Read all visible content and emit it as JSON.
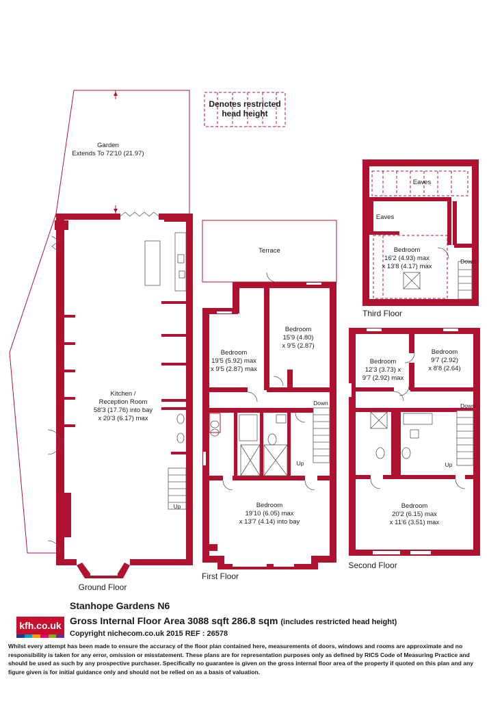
{
  "legend": {
    "restricted_line1": "Denotes restricted",
    "restricted_line2": "head height"
  },
  "colors": {
    "wall": "#b0112f",
    "logo_bg": "#c8102e",
    "logo_stripes": [
      "#1e3c8c",
      "#00a0c8",
      "#f5a000",
      "#e0007a",
      "#7ab800",
      "#6a2c91"
    ]
  },
  "ground_floor": {
    "title": "Ground Floor",
    "garden_name": "Garden",
    "garden_size": "Extends To 72'10 (21.97)",
    "kitchen_name1": "Kitchen /",
    "kitchen_name2": "Reception Room",
    "kitchen_size1": "58'3 (17.76) into bay",
    "kitchen_size2": "x 20'3 (6.17) max",
    "stairs": "Up"
  },
  "first_floor": {
    "title": "First Floor",
    "terrace": "Terrace",
    "bed_a_name": "Bedroom",
    "bed_a_size1": "19'5 (5.92) max",
    "bed_a_size2": "x 9'5 (2.87) max",
    "bed_b_name": "Bedroom",
    "bed_b_size1": "15'9 (4.80)",
    "bed_b_size2": "x 9'5 (2.87)",
    "bed_c_name": "Bedroom",
    "bed_c_size1": "19'10 (6.05) max",
    "bed_c_size2": "x 13'7 (4.14) into bay",
    "stairs_down": "Down",
    "stairs_up": "Up"
  },
  "second_floor": {
    "title": "Second Floor",
    "bed_a_name": "Bedroom",
    "bed_a_size1": "12'3 (3.73) x",
    "bed_a_size2": "9'7 (2.92) max",
    "bed_b_name": "Bedroom",
    "bed_b_size1": "9'7 (2.92)",
    "bed_b_size2": "x 8'8 (2.64)",
    "bed_c_name": "Bedroom",
    "bed_c_size1": "20'2 (6.15) max",
    "bed_c_size2": "x 11'6 (3.51) max",
    "stairs_down": "Down",
    "stairs_up": "Up"
  },
  "third_floor": {
    "title": "Third Floor",
    "eaves_top": "Eaves",
    "eaves_left": "Eaves",
    "bed_name": "Bedroom",
    "bed_size1": "16'2 (4.93) max",
    "bed_size2": "x 13'8 (4.17) max",
    "stairs_down": "Down"
  },
  "footer": {
    "logo": "kfh.co.uk",
    "address": "Stanhope Gardens  N6",
    "area": "Gross Internal Floor Area 3088 sqft 286.8 sqm",
    "area_note": "(includes restricted head height)",
    "copyright": "Copyright nichecom.co.uk 2015 REF : 26578",
    "disclaimer": "Whilst every attempt has been made to ensure the accuracy of the floor plan contained here, measurements of doors, windows and rooms are approximate and no responsibility is taken for any error, omission or misstatement. These plans are for representation purposes only as defined by RICS Code of Measuring Practice and should be used as such by any prospective purchaser.  Specifically no guarantee is given on the gross internal floor area of the property if quoted on this plan and any figure given is for initial guidance only and should not be relied on as a basis of valuation."
  }
}
